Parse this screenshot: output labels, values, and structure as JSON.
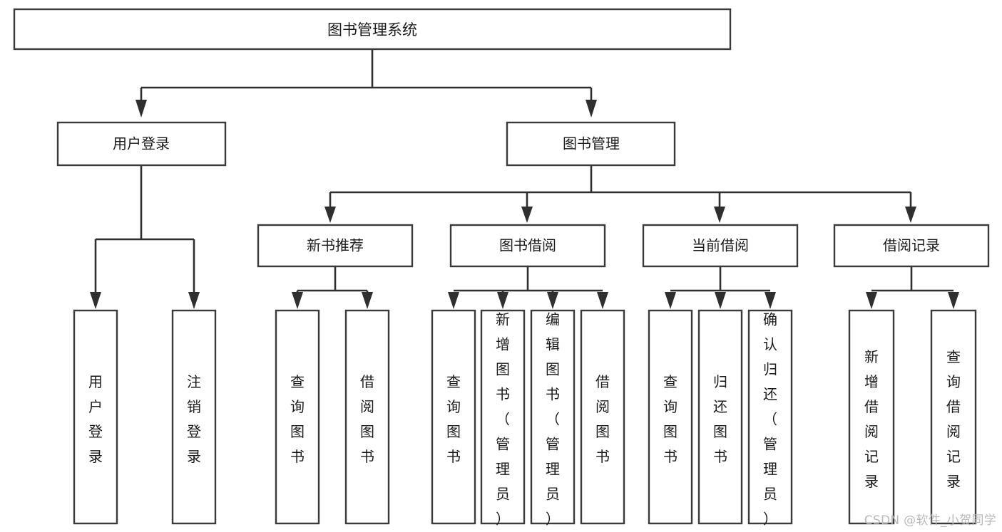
{
  "diagram": {
    "type": "tree-hierarchy-chart",
    "title": "图书管理系统",
    "watermark": "CSDN @软件_小贺同学",
    "colors": {
      "background": "#ffffff",
      "box_stroke": "#3a3a3a",
      "edge_stroke": "#2f2f2f",
      "text": "#1a1a1a",
      "watermark": "#b9b9b9"
    },
    "root": {
      "label": "图书管理系统"
    },
    "level2": [
      {
        "label": "用户登录"
      },
      {
        "label": "图书管理"
      }
    ],
    "level3": [
      {
        "label": "新书推荐"
      },
      {
        "label": "图书借阅"
      },
      {
        "label": "当前借阅"
      },
      {
        "label": "借阅记录"
      }
    ],
    "leaves": {
      "user_login": [
        {
          "label": "用户登录"
        },
        {
          "label": "注销登录"
        }
      ],
      "new_book_recommend": [
        {
          "label": "查询图书"
        },
        {
          "label": "借阅图书"
        }
      ],
      "book_borrow": [
        {
          "label": "查询图书"
        },
        {
          "label": "新增图书（管理员）"
        },
        {
          "label": "编辑图书（管理员）"
        },
        {
          "label": "借阅图书"
        }
      ],
      "current_borrow": [
        {
          "label": "查询图书"
        },
        {
          "label": "归还图书"
        },
        {
          "label": "确认归还（管理员）"
        }
      ],
      "borrow_records": [
        {
          "label": "新增借阅记录"
        },
        {
          "label": "查询借阅记录"
        }
      ]
    }
  }
}
